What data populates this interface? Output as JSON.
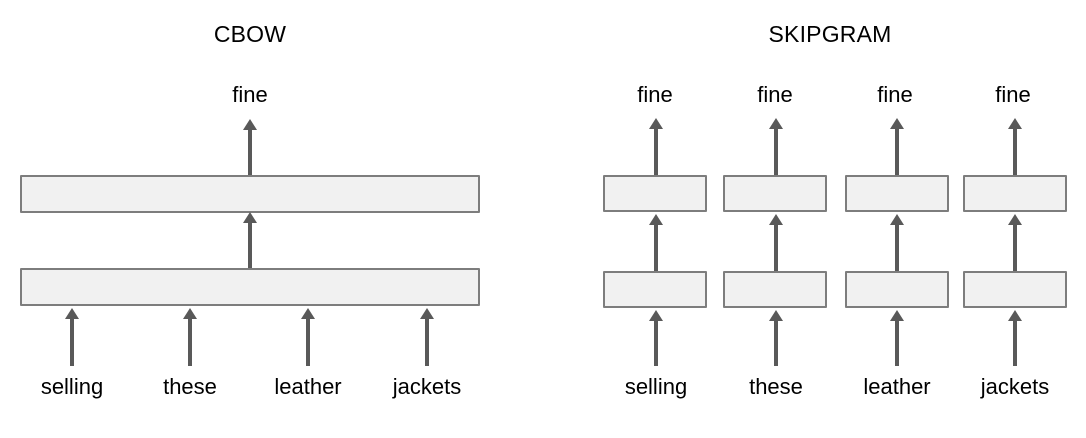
{
  "figure": {
    "background_color": "#ffffff",
    "box_fill_color": "#f1f1f1",
    "box_border_color": "#7d7d7d",
    "arrow_color": "#595959",
    "text_color": "#000000"
  },
  "panels": [
    {
      "id": "cbow",
      "title": "CBOW",
      "output_words": [
        "fine"
      ],
      "input_words": [
        "selling",
        "these",
        "leather",
        "jackets"
      ],
      "layers": [
        "output-layer",
        "hidden-layer"
      ],
      "layer_count": 2,
      "description": "four context words feed one shared hidden layer which predicts one target word"
    },
    {
      "id": "skipgram",
      "title": "SKIPGRAM",
      "output_words": [
        "fine",
        "fine",
        "fine",
        "fine"
      ],
      "input_words": [
        "selling",
        "these",
        "leather",
        "jackets"
      ],
      "layers": [
        "output-layer",
        "hidden-layer"
      ],
      "layer_count": 2,
      "columns": 4,
      "description": "each context word has its own two-layer stack predicting the target word"
    }
  ]
}
